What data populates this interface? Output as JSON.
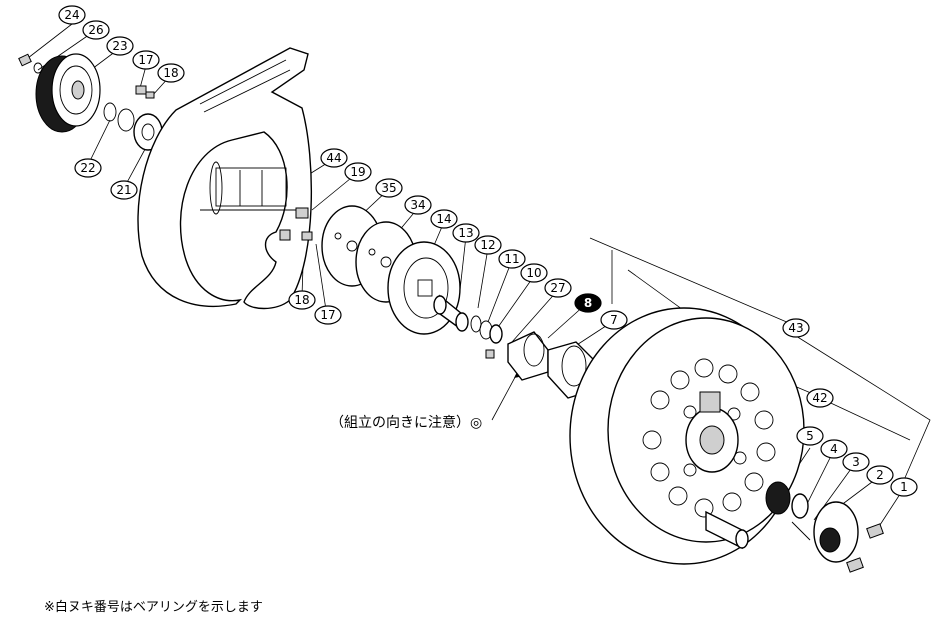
{
  "labels": {
    "p24": "24",
    "p26": "26",
    "p23": "23",
    "p17a": "17",
    "p18a": "18",
    "p22": "22",
    "p21": "21",
    "p44": "44",
    "p19": "19",
    "p35": "35",
    "p34": "34",
    "p14": "14",
    "p13": "13",
    "p12": "12",
    "p11": "11",
    "p10": "10",
    "p27": "27",
    "p8": "8",
    "p7": "7",
    "p18b": "18",
    "p17b": "17",
    "p43": "43",
    "p42": "42",
    "p5": "5",
    "p4": "4",
    "p3": "3",
    "p2": "2",
    "p1": "1"
  },
  "notes": {
    "assembly": "（組立の向きに注意）◎",
    "bearing": "※白ヌキ番号はベアリングを示します"
  },
  "colors": {
    "line": "#000000",
    "background": "#ffffff",
    "bearing_fill": "#000000"
  }
}
